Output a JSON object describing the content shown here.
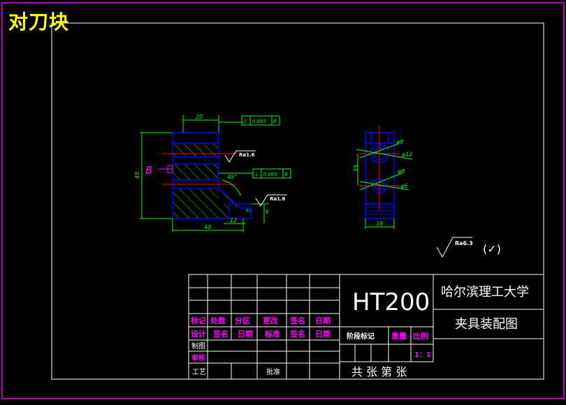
{
  "drawing": {
    "part_title": "对刀块",
    "colors": {
      "background": "#000000",
      "frame_outer": "#ff00ff",
      "frame_inner": "#ffffff",
      "part_outline": "#0000ff",
      "hatch": "#00ff00",
      "dimension": "#00ff00",
      "center_line": "#ff0000",
      "label_magenta": "#ff00ff",
      "title_yellow": "#ffff00"
    },
    "dims": {
      "top_width": "20",
      "height": "45",
      "bottom_width": "40",
      "step_width": "12",
      "step_height": "6",
      "chamfer_angle": "45°",
      "small_note": "R1",
      "side_width": "18",
      "side_hole_span": "35",
      "hole_d1": "φ8",
      "hole_d2": "φ12",
      "hole_d3": "φ8",
      "hole_d4": "φ6"
    },
    "tolerances": {
      "parallel_symbol": "//",
      "parallel_value": "0.005",
      "parallel_datum": "B",
      "perp_symbol": "⊥",
      "perp_value": "0.005",
      "perp_datum": "B"
    },
    "roughness": {
      "face_1": "Ra1.6",
      "face_2": "Ra1.6",
      "general": "Ra6.3",
      "others": "(✓)"
    },
    "datum_label": "B"
  },
  "title_block": {
    "material": "HT200",
    "school": "哈尔滨理工大学",
    "drawing_name": "夹具装配图",
    "headers_row1": [
      "标记",
      "处数",
      "分区",
      "更改",
      "签名",
      "日期"
    ],
    "headers_row2": [
      "设计",
      "签名",
      "日期",
      "标准",
      "签名",
      "日期"
    ],
    "stage_mark": "阶段标记",
    "weight": "重量",
    "scale_label": "比例",
    "scale_value": "1：1",
    "drawn": "制图",
    "checked": "审核",
    "process": "工艺",
    "approved": "批准",
    "sheets": "共 张 第 张"
  }
}
